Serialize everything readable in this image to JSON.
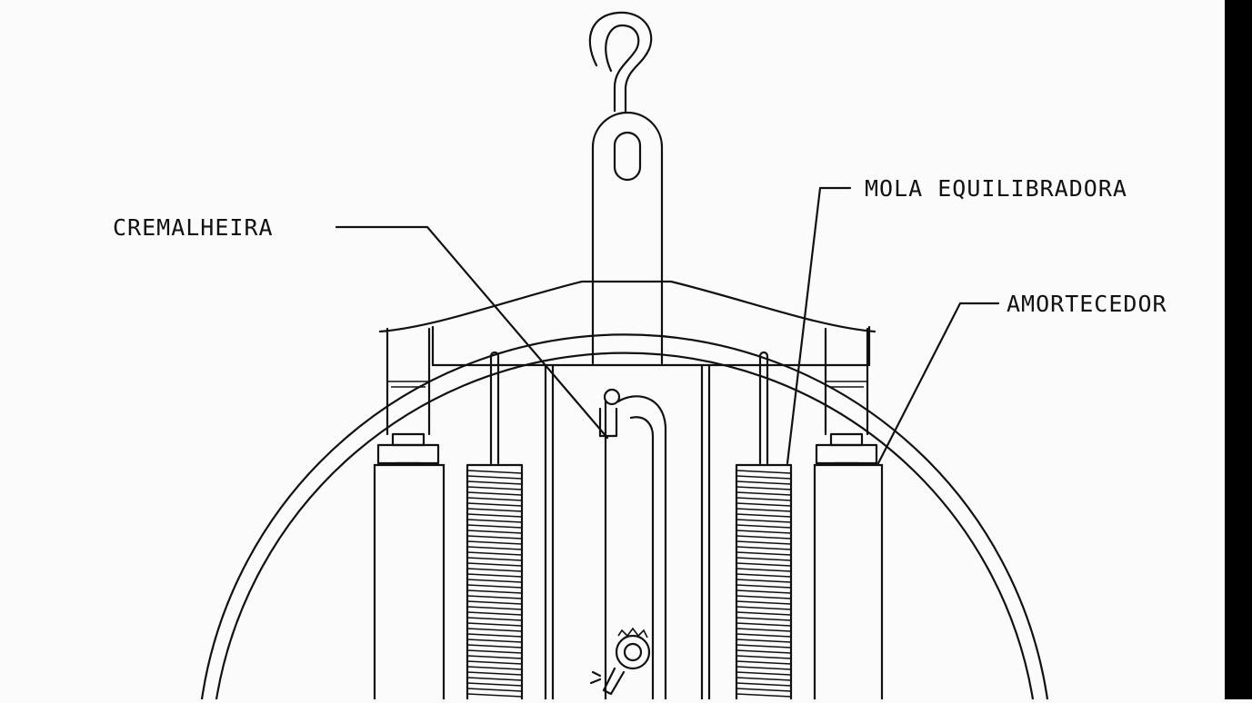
{
  "labels": {
    "cremalheira": "CREMALHEIRA",
    "mola": "MOLA EQUILIBRADORA",
    "amortecedor": "AMORTECEDOR"
  },
  "colors": {
    "ink": "#111111",
    "paper": "#fbfbfb",
    "edge": "#000000"
  }
}
